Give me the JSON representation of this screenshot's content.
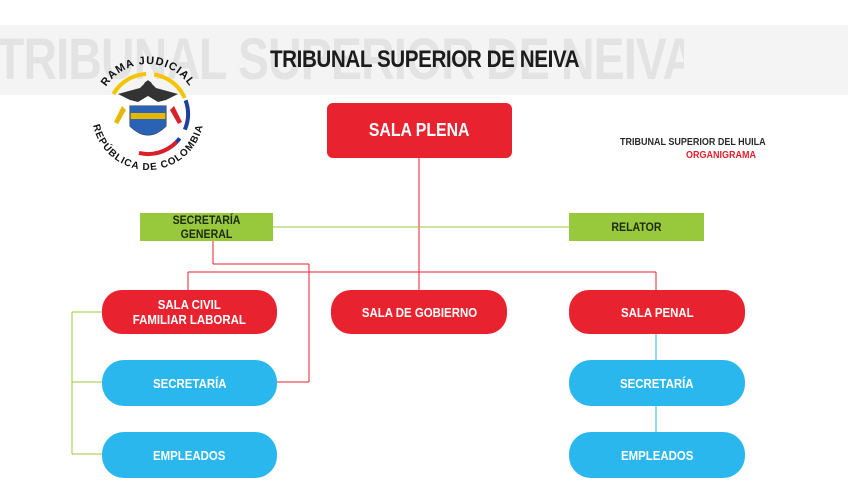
{
  "watermark": "TRIBUNAL SUPERIOR DE NEIVA",
  "title": "TRIBUNAL SUPERIOR DE NEIVA",
  "side_title": "TRIBUNAL SUPERIOR DEL HUILA",
  "side_subtitle": "ORGANIGRAMA",
  "logo": {
    "top_text": "RAMA JUDICIAL",
    "bottom_text": "REPÚBLICA DE COLOMBIA"
  },
  "colors": {
    "red": "#e8222e",
    "blue": "#29b7ee",
    "green": "#98c83c"
  },
  "nodes": {
    "sala_plena": "SALA PLENA",
    "secretaria_general": "SECRETARÍA GENERAL",
    "relator": "RELATOR",
    "sala_civil": "SALA CIVIL\nFAMILIAR LABORAL",
    "sala_gobierno": "SALA DE GOBIERNO",
    "sala_penal": "SALA PENAL",
    "secretaria_left": "SECRETARÍA",
    "empleados_left": "EMPLEADOS",
    "secretaria_right": "SECRETARÍA",
    "empleados_right": "EMPLEADOS"
  }
}
